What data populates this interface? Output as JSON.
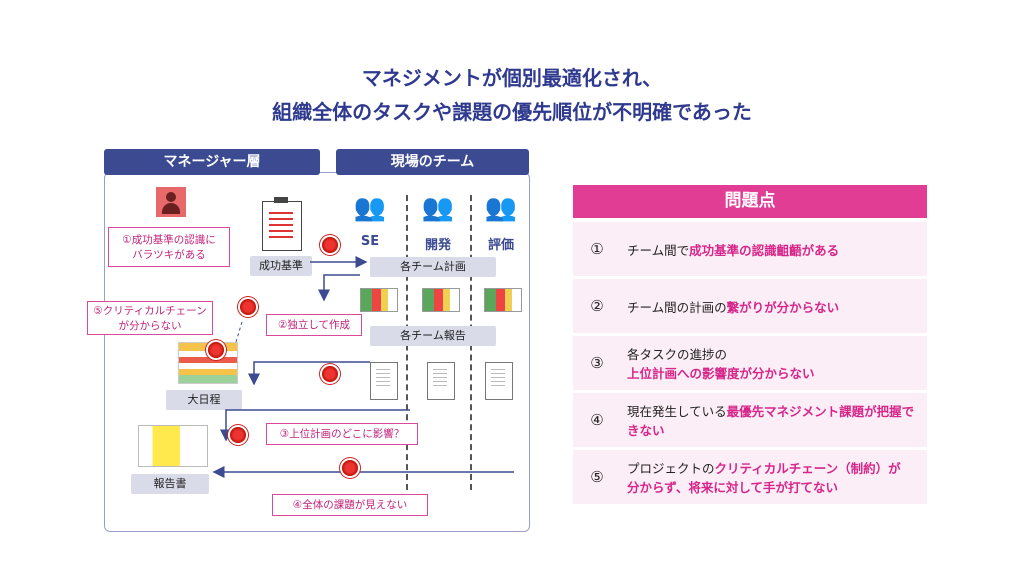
{
  "title": {
    "line1": "マネジメントが個別最適化され、",
    "line2": "組織全体のタスクや課題の優先順位が不明確であった"
  },
  "left": {
    "manager_header": "マネージャー層",
    "team_header": "現場のチーム",
    "teams": [
      {
        "label": "SE",
        "icon": "team-icon"
      },
      {
        "label": "開発",
        "icon": "team-icon"
      },
      {
        "label": "評価",
        "icon": "team-icon"
      }
    ],
    "success_criteria": "成功基準",
    "team_plan": "各チーム計画",
    "team_report": "各チーム報告",
    "master_schedule": "大日程",
    "report": "報告書",
    "callouts": {
      "c1": "①成功基準の認識に\nバラツキがある",
      "c2": "②独立して作成",
      "c3": "③上位計画のどこに影響？",
      "c4": "④全体の課題が見えない",
      "c5": "⑤クリティカルチェーン\nが分からない"
    }
  },
  "problems": {
    "header": "問題点",
    "rows": [
      {
        "num": "①",
        "pre": "チーム間で",
        "hl": "成功基準の認識齟齬がある",
        "post": ""
      },
      {
        "num": "②",
        "pre": "チーム間の計画の",
        "hl": "繋がりが分からない",
        "post": ""
      },
      {
        "num": "③",
        "pre": "各タスクの進捗の",
        "hl": "上位計画への影響度が分からない",
        "post": ""
      },
      {
        "num": "④",
        "pre": "現在発生している",
        "hl": "最優先マネジメント課題が把握できない",
        "post": ""
      },
      {
        "num": "⑤",
        "pre": "プロジェクトの",
        "hl": "クリティカルチェーン（制約）が",
        "post": "分からず、将来に対して手が打てない"
      }
    ]
  },
  "colors": {
    "navy": "#3b4a91",
    "pink": "#e23d95",
    "pink_text": "#d6268a",
    "row_bg": "#fceef6"
  }
}
